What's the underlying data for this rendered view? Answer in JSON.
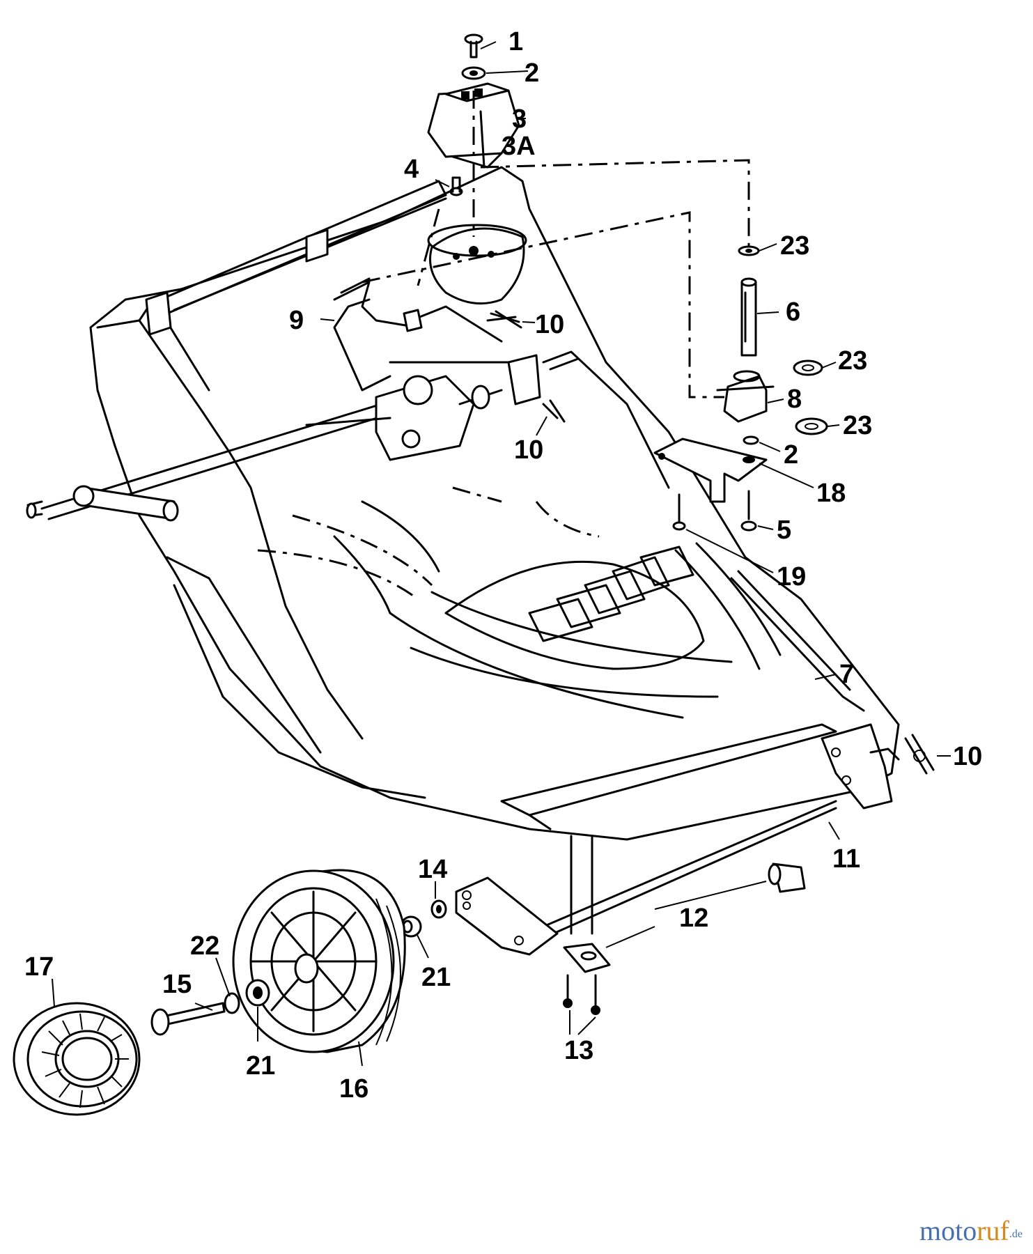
{
  "callouts": [
    "1",
    "2",
    "3",
    "3A",
    "4",
    "23",
    "6",
    "23",
    "8",
    "23",
    "2",
    "18",
    "5",
    "19",
    "9",
    "10",
    "10",
    "7",
    "10",
    "11",
    "12",
    "14",
    "21",
    "22",
    "15",
    "17",
    "21",
    "16",
    "13"
  ],
  "watermark": {
    "part_a": "moto",
    "part_b": "ruf",
    "suffix": ".de"
  }
}
